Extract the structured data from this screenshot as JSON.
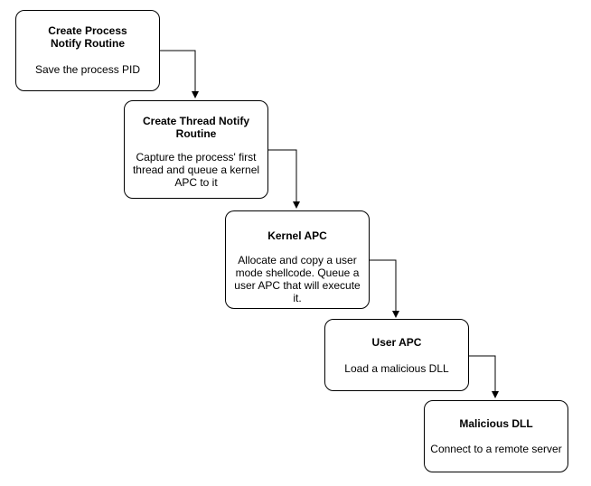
{
  "diagram": {
    "steps": [
      {
        "title": "Create Process Notify Routine",
        "body": "Save the process PID"
      },
      {
        "title": "Create Thread Notify Routine",
        "body": "Capture the process' first thread and queue a kernel APC to it"
      },
      {
        "title": "Kernel APC",
        "body": "Allocate and copy a user mode shellcode. Queue a user APC that will execute it."
      },
      {
        "title": "User APC",
        "body": "Load a malicious DLL"
      },
      {
        "title": "Malicious DLL",
        "body": "Connect to a remote server"
      }
    ]
  }
}
